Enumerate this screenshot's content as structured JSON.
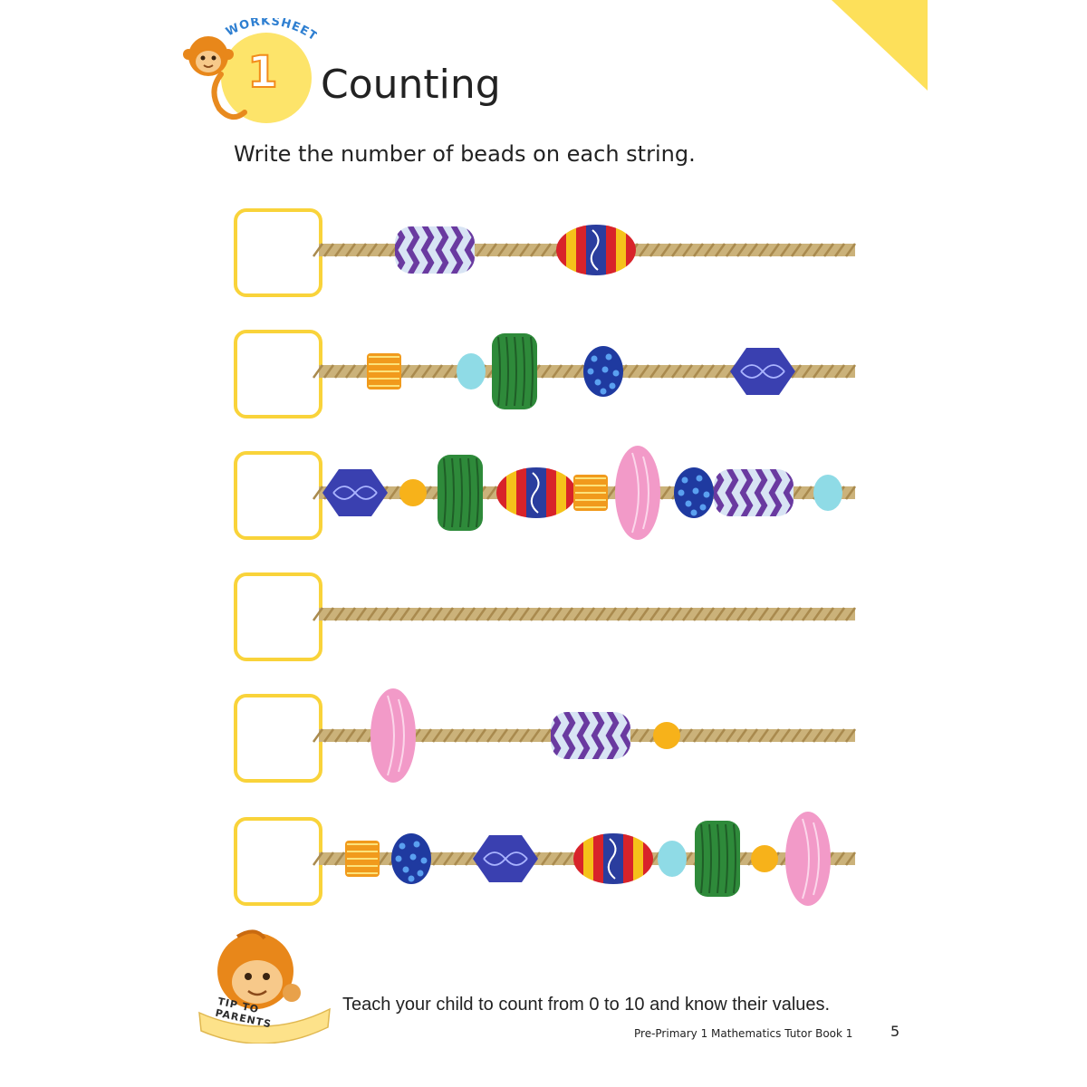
{
  "worksheet": {
    "badge_label": "WORKSHEET",
    "number": "1",
    "title": "Counting",
    "instruction": "Write the number of beads on each string."
  },
  "rows": [
    {
      "beads": [
        "purple-zigzag",
        "red-yellow-stripe"
      ]
    },
    {
      "beads": [
        "orange-cylinder",
        "light-blue-round",
        "green-barrel",
        "blue-dotted",
        "blue-hexagon"
      ]
    },
    {
      "beads": [
        "blue-hexagon",
        "yellow-round",
        "green-barrel",
        "red-yellow-stripe",
        "orange-cylinder",
        "pink-oval",
        "blue-dotted",
        "purple-zigzag",
        "light-blue-round"
      ]
    },
    {
      "beads": []
    },
    {
      "beads": [
        "pink-oval",
        "purple-zigzag",
        "yellow-round"
      ]
    },
    {
      "beads": [
        "orange-cylinder",
        "blue-dotted",
        "blue-hexagon",
        "red-yellow-stripe",
        "light-blue-round",
        "green-barrel",
        "yellow-round",
        "pink-oval"
      ]
    }
  ],
  "tip": {
    "label": "TIP TO PARENTS",
    "text": "Teach your child to count from 0 to 10 and know their values."
  },
  "footer": {
    "book_title": "Pre-Primary 1 Mathematics Tutor Book 1",
    "page_number": "5"
  },
  "colors": {
    "corner": "#fde05a",
    "box_border": "#f9d33a",
    "rope": "#cbb27a",
    "rope_stripe": "#a98a4e"
  }
}
